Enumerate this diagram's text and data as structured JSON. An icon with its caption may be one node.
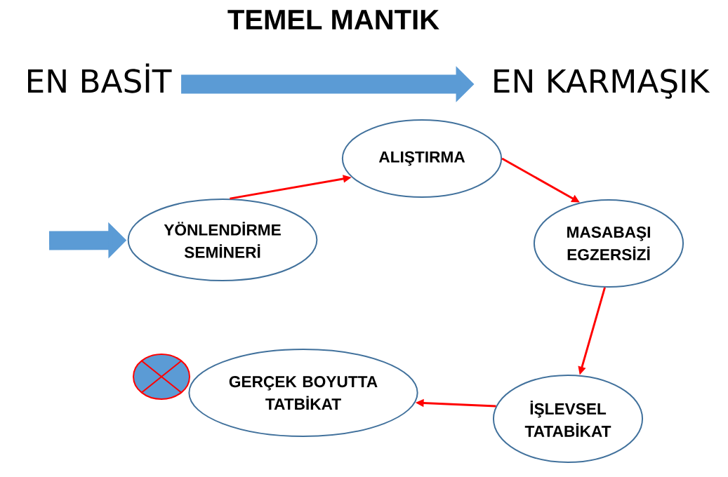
{
  "diagram": {
    "title": "TEMEL MANTIK",
    "nodes": [
      {
        "text": [
          "EN BASİT"
        ]
      },
      {
        "text": [
          "EN KARMAŞIK"
        ]
      },
      {
        "text": [
          "YÖNLENDİRME SEMİNERİ"
        ]
      },
      {
        "text": [
          "ALIŞTIRMA"
        ]
      },
      {
        "text": [
          "MASABAŞI EGZERSİZİ"
        ]
      },
      {
        "text": [
          "İŞLEVSEL TATABİKAT"
        ]
      },
      {
        "text": [
          "GERÇEK BOYUTTA TATBİKAT"
        ]
      },
      {
        "text": [],
        "shape": "circle"
      }
    ],
    "edges": [
      {
        "from": 0,
        "to": 1,
        "arrow": "to",
        "style": "thick",
        "color": "#5b9bd5"
      },
      {
        "from": null,
        "to": 2,
        "arrow": "to",
        "style": "thick",
        "color": "#5b9bd5"
      },
      {
        "from": 2,
        "to": 3,
        "arrow": "to"
      },
      {
        "from": 3,
        "to": 4,
        "arrow": "to"
      },
      {
        "from": 4,
        "to": 5,
        "arrow": "to"
      },
      {
        "from": 5,
        "to": 6,
        "arrow": "to"
      }
    ]
  }
}
